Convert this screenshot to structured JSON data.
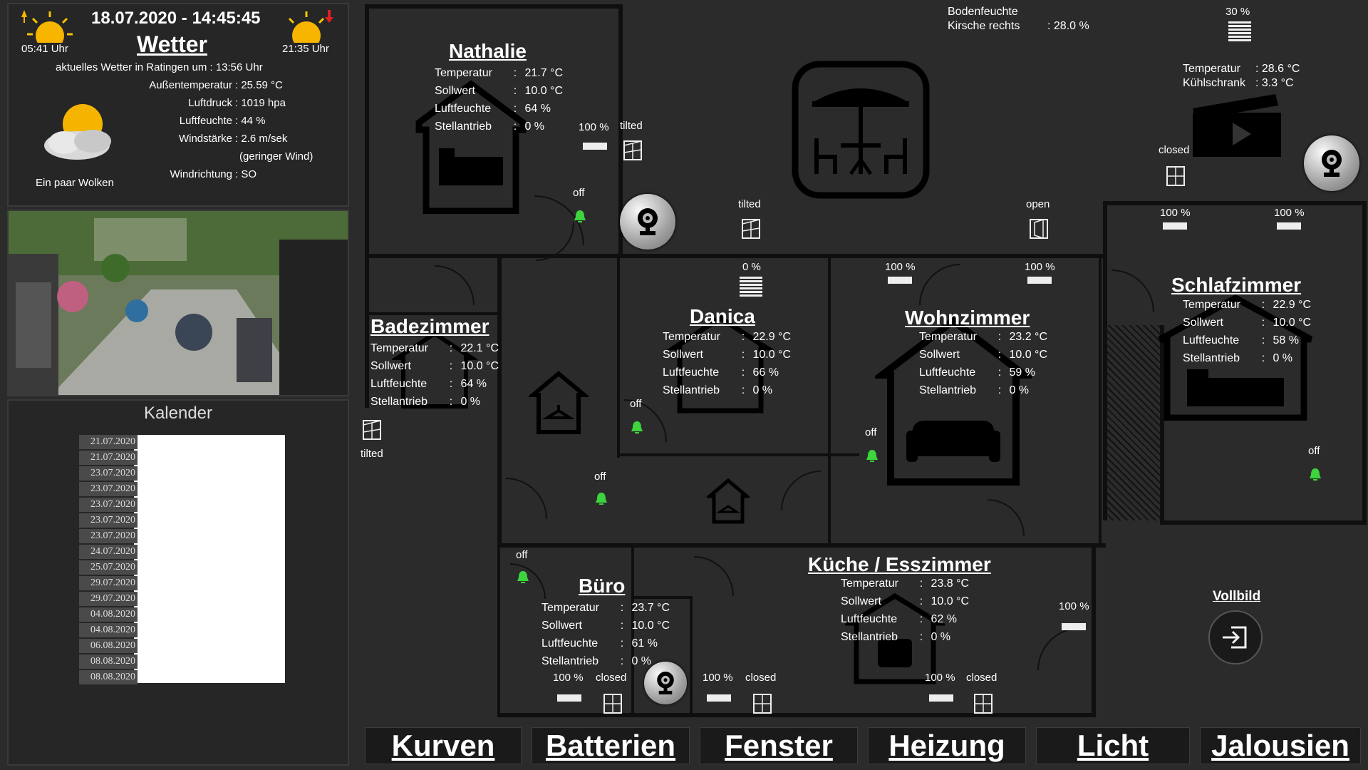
{
  "weather": {
    "datetime": "18.07.2020 - 14:45:45",
    "sunrise": "05:41 Uhr",
    "sunset": "21:35 Uhr",
    "title": "Wetter",
    "subtitle": "aktuelles Wetter in Ratingen um : 13:56 Uhr",
    "condition": "Ein paar Wolken",
    "rows": [
      {
        "label": "Außentemperatur",
        "value": "25.59 °C"
      },
      {
        "label": "Luftdruck",
        "value": "1019 hpa"
      },
      {
        "label": "Luftfeuchte",
        "value": "44 %"
      },
      {
        "label": "Windstärke",
        "value": "2.6 m/sek"
      },
      {
        "label": "",
        "value": "(geringer Wind)"
      },
      {
        "label": "Windrichtung",
        "value": "SO"
      }
    ]
  },
  "calendar": {
    "title": "Kalender",
    "dates": [
      "21.07.2020",
      "21.07.2020",
      "23.07.2020",
      "23.07.2020",
      "23.07.2020",
      "23.07.2020",
      "23.07.2020",
      "24.07.2020",
      "25.07.2020",
      "29.07.2020",
      "29.07.2020",
      "04.08.2020",
      "04.08.2020",
      "06.08.2020",
      "08.08.2020",
      "08.08.2020"
    ]
  },
  "labels": {
    "temp": "Temperatur",
    "soll": "Sollwert",
    "feuchte": "Luftfeuchte",
    "stell": "Stellantrieb",
    "colon": ":"
  },
  "rooms": {
    "nathalie": {
      "name": "Nathalie",
      "temp": "21.7 °C",
      "soll": "10.0 °C",
      "feuchte": "64 %",
      "stell": "0 %"
    },
    "badezimmer": {
      "name": "Badezimmer",
      "temp": "22.1 °C",
      "soll": "10.0 °C",
      "feuchte": "64 %",
      "stell": "0 %"
    },
    "danica": {
      "name": "Danica",
      "temp": "22.9 °C",
      "soll": "10.0 °C",
      "feuchte": "66 %",
      "stell": "0 %"
    },
    "wohnzimmer": {
      "name": "Wohnzimmer",
      "temp": "23.2 °C",
      "soll": "10.0 °C",
      "feuchte": "59 %",
      "stell": "0 %"
    },
    "schlafzimmer": {
      "name": "Schlafzimmer",
      "temp": "22.9 °C",
      "soll": "10.0 °C",
      "feuchte": "58 %",
      "stell": "0 %"
    },
    "buero": {
      "name": "Büro",
      "temp": "23.7 °C",
      "soll": "10.0 °C",
      "feuchte": "61 %",
      "stell": "0 %"
    },
    "kueche": {
      "name": "Küche / Esszimmer",
      "temp": "23.8 °C",
      "soll": "10.0 °C",
      "feuchte": "62 %",
      "stell": "0 %"
    }
  },
  "garden": {
    "bodenfeuchte_label": "Bodenfeuchte",
    "kirsche_label": "Kirsche rechts",
    "kirsche_value": ": 28.0 %",
    "temp_label": "Temperatur",
    "temp_value": "28.6 °C",
    "fridge_label": "Kühlschrank",
    "fridge_value": "3.3 °C"
  },
  "status": {
    "off": "off",
    "tilted": "tilted",
    "open": "open",
    "closed": "closed",
    "p100": "100 %",
    "p0": "0 %",
    "p30": "30 %"
  },
  "fullscreen": {
    "label": "Vollbild"
  },
  "nav": [
    "Kurven",
    "Batterien",
    "Fenster",
    "Heizung",
    "Licht",
    "Jalousien"
  ],
  "colors": {
    "accent_green": "#3dd43d",
    "bg": "#2b2b2b",
    "wall": "#0f0f0f"
  }
}
